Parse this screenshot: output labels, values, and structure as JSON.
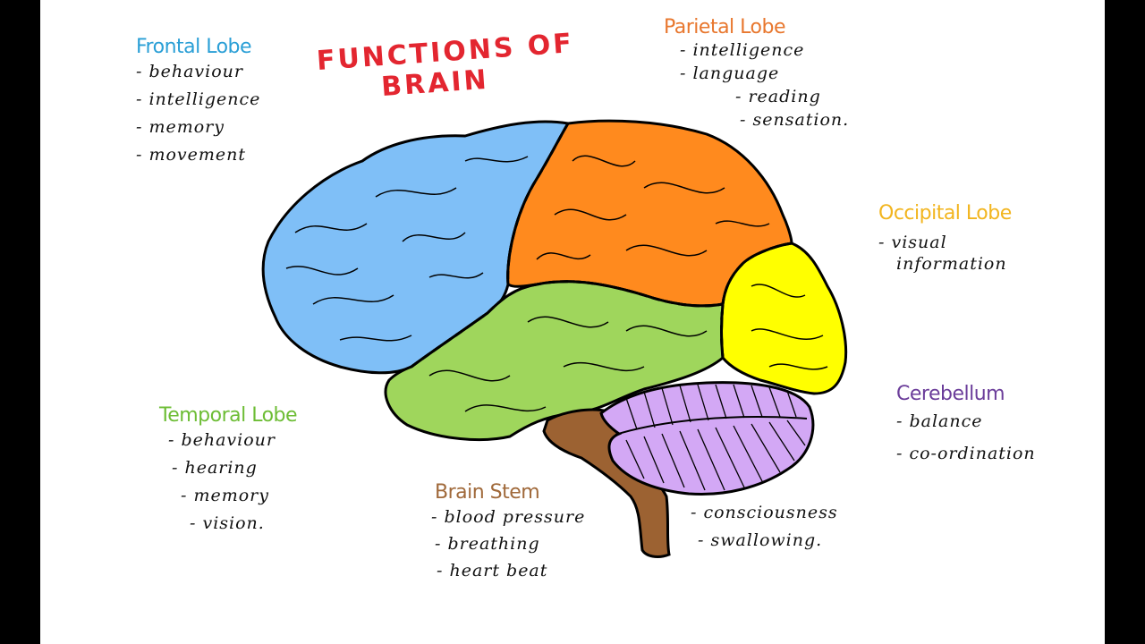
{
  "title": {
    "line1": "FUNCTIONS OF",
    "line2": "BRAIN",
    "color": "#e32630"
  },
  "lobes": {
    "frontal": {
      "heading": "Frontal Lobe",
      "color": "#2a9fd6",
      "fill": "#7fbff7",
      "items": [
        "- behaviour",
        "- intelligence",
        "- memory",
        "- movement"
      ]
    },
    "parietal": {
      "heading": "Parietal Lobe",
      "color": "#e8772e",
      "fill": "#ff8a1e",
      "items": [
        "- intelligence",
        "- language",
        "- reading",
        "- sensation."
      ]
    },
    "occipital": {
      "heading": "Occipital Lobe",
      "color": "#f2b51f",
      "fill": "#ffff00",
      "items": [
        "- visual",
        "information"
      ]
    },
    "cerebellum": {
      "heading": "Cerebellum",
      "color": "#6b3d9a",
      "fill": "#d3a8f5",
      "items": [
        "- balance",
        "- co-ordination"
      ]
    },
    "temporal": {
      "heading": "Temporal Lobe",
      "color": "#6dbd35",
      "fill": "#9fd65c",
      "items": [
        "- behaviour",
        "- hearing",
        "- memory",
        "- vision."
      ]
    },
    "brainstem": {
      "heading": "Brain Stem",
      "color": "#a0693a",
      "fill": "#9c6232",
      "items": [
        "- blood pressure",
        "- breathing",
        "- heart beat"
      ],
      "items_right": [
        "- consciousness",
        "- swallowing."
      ]
    }
  }
}
